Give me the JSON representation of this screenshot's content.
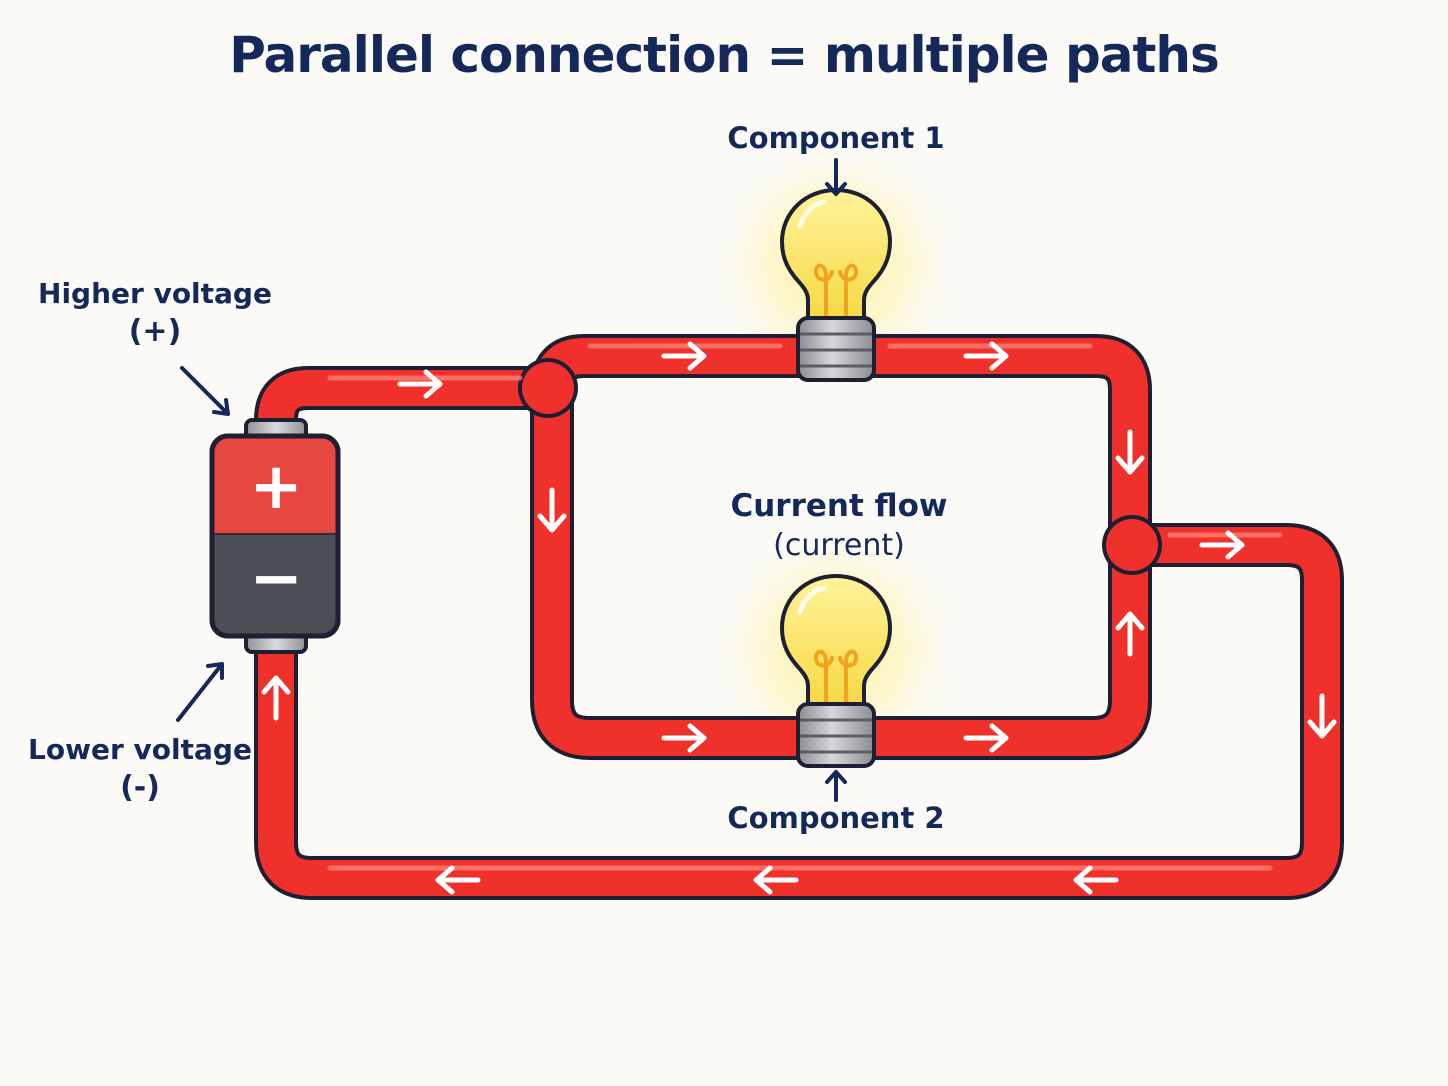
{
  "title": "Parallel connection = multiple paths",
  "labels": {
    "component_1": "Component 1",
    "component_2": "Component 2",
    "higher_voltage": "Higher voltage",
    "higher_voltage_sign": "(+)",
    "lower_voltage": "Lower voltage",
    "lower_voltage_sign": "(-)",
    "current_flow": "Current flow",
    "current_flow_sub": "(current)"
  },
  "battery": {
    "positive_symbol": "+",
    "negative_symbol": "−"
  },
  "colors": {
    "wire": "#f0312b",
    "wire_outline": "#1f1f33",
    "text": "#14285a",
    "battery_top": "#e84640",
    "battery_bottom": "#4b4e55",
    "bulb_glass": "#fde76a",
    "filament": "#f2a21c"
  },
  "icons": [
    "battery-icon",
    "light-bulb-icon",
    "arrow-icon"
  ]
}
